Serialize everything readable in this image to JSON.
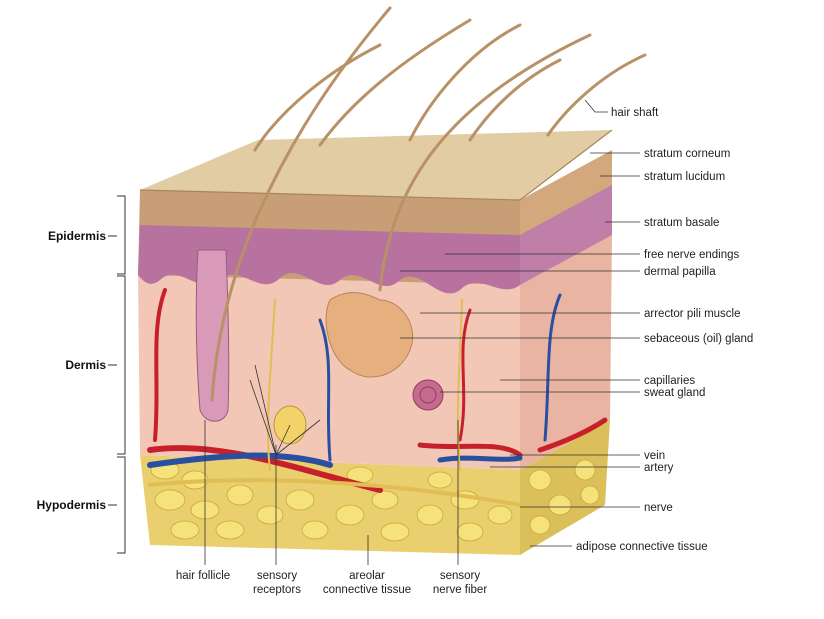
{
  "layers": [
    {
      "id": "epidermis",
      "label": "Epidermis"
    },
    {
      "id": "dermis",
      "label": "Dermis"
    },
    {
      "id": "hypodermis",
      "label": "Hypodermis"
    }
  ],
  "right_labels": [
    {
      "id": "hair-shaft",
      "text": "hair shaft"
    },
    {
      "id": "stratum-corneum",
      "text": "stratum corneum"
    },
    {
      "id": "stratum-lucidum",
      "text": "stratum lucidum"
    },
    {
      "id": "stratum-basale",
      "text": "stratum basale"
    },
    {
      "id": "free-nerve-endings",
      "text": "free nerve endings"
    },
    {
      "id": "dermal-papilla",
      "text": "dermal papilla"
    },
    {
      "id": "arrector-pili-muscle",
      "text": "arrector pili muscle"
    },
    {
      "id": "sebaceous-gland",
      "text": "sebaceous (oil) gland"
    },
    {
      "id": "capillaries",
      "text": "capillaries"
    },
    {
      "id": "sweat-gland",
      "text": "sweat gland"
    },
    {
      "id": "vein",
      "text": "vein"
    },
    {
      "id": "artery",
      "text": "artery"
    },
    {
      "id": "nerve",
      "text": "nerve"
    },
    {
      "id": "adipose-connective-tissue",
      "text": "adipose connective tissue"
    }
  ],
  "bottom_labels": [
    {
      "id": "hair-follicle",
      "lines": [
        "hair follicle"
      ]
    },
    {
      "id": "sensory-receptors",
      "lines": [
        "sensory",
        "receptors"
      ]
    },
    {
      "id": "areolar-connective-tissue",
      "lines": [
        "areolar",
        "connective tissue"
      ]
    },
    {
      "id": "sensory-nerve-fiber",
      "lines": [
        "sensory",
        "nerve fiber"
      ]
    }
  ],
  "colors": {
    "epidermis_top": "#dcc39a",
    "epidermis_front": "#c9a47a",
    "basale": "#b06aa0",
    "dermis": "#f2c2b4",
    "hypodermis": "#e8d27a",
    "fat": "#f2dc6a",
    "artery": "#c8202a",
    "vein": "#2a4fa0",
    "nerve": "#e8c860",
    "hair": "#c9a67a"
  }
}
